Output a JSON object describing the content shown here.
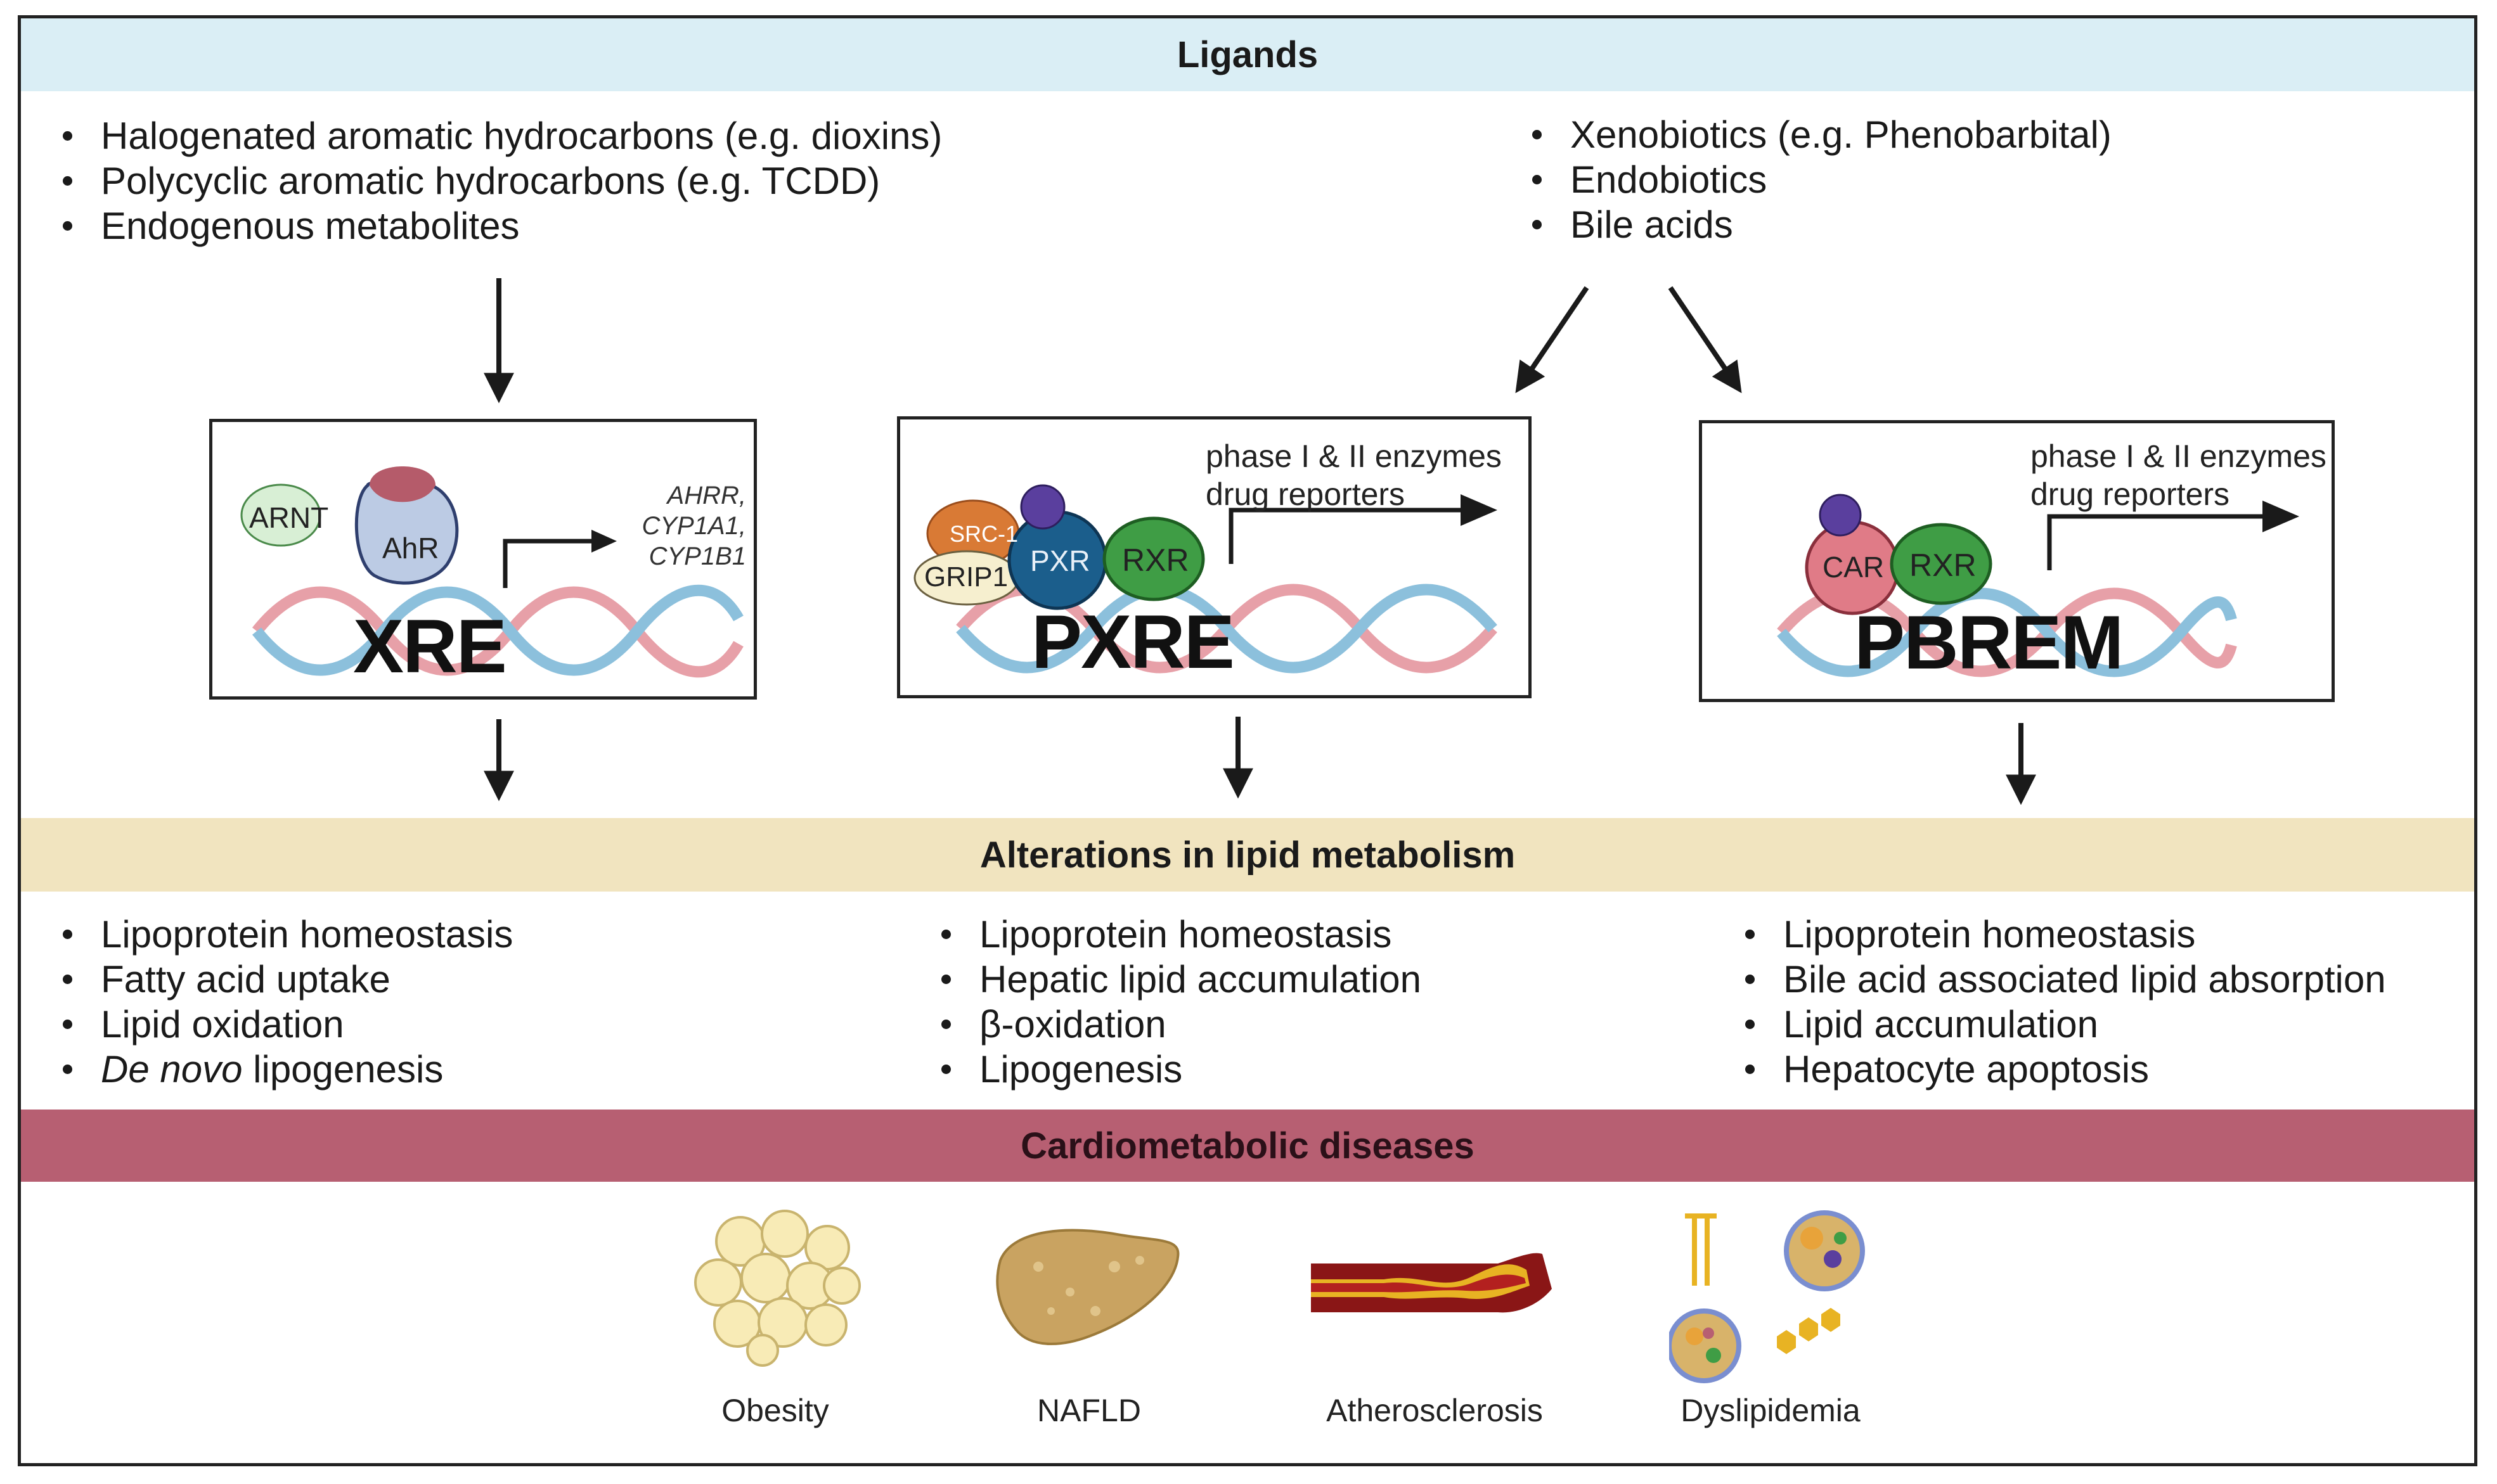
{
  "bands": {
    "ligands": "Ligands",
    "alterations": "Alterations in lipid metabolism",
    "cardiometabolic": "Cardiometabolic diseases"
  },
  "ligands_left": [
    "Halogenated aromatic hydrocarbons (e.g. dioxins)",
    "Polycyclic aromatic hydrocarbons (e.g. TCDD)",
    "Endogenous metabolites"
  ],
  "ligands_right": [
    "Xenobiotics (e.g. Phenobarbital)",
    "Endobiotics",
    "Bile acids"
  ],
  "panels": {
    "xre": {
      "element": "XRE",
      "proteins": [
        "ARNT",
        "AhR"
      ],
      "targets": [
        "AHRR,",
        "CYP1A1,",
        "CYP1B1"
      ]
    },
    "pxre": {
      "element": "PXRE",
      "proteins": [
        "SRC-1",
        "GRIP1",
        "PXR",
        "RXR"
      ],
      "targets": [
        "phase I & II enzymes",
        "drug reporters"
      ]
    },
    "pbrem": {
      "element": "PBREM",
      "proteins": [
        "CAR",
        "RXR"
      ],
      "targets": [
        "phase I & II enzymes",
        "drug reporters"
      ]
    }
  },
  "alterations": {
    "ahr": [
      "Lipoprotein homeostasis",
      "Fatty acid uptake",
      "Lipid oxidation",
      "De novo",
      "lipogenesis"
    ],
    "pxr": [
      "Lipoprotein homeostasis",
      "Hepatic lipid accumulation",
      "β-oxidation",
      "Lipogenesis"
    ],
    "car": [
      "Lipoprotein homeostasis",
      "Bile acid associated lipid absorption",
      "Lipid accumulation",
      "Hepatocyte apoptosis"
    ]
  },
  "diseases": [
    "Obesity",
    "NAFLD",
    "Atherosclerosis",
    "Dyslipidemia"
  ],
  "colors": {
    "ligands_band": "#daeef5",
    "alterations_band": "#f1e4bf",
    "cardio_band": "#b75f72",
    "dna_red": "#e7a0a8",
    "dna_blue": "#8cc0dc",
    "rxr": "#3f9d45",
    "pxr": "#1b5e8c",
    "car": "#e07b87",
    "ahr": "#bccbe4"
  },
  "icons": [
    "dna-icon",
    "arrow-icon",
    "adipocyte-icon",
    "liver-icon",
    "artery-icon",
    "lipoprotein-icon"
  ]
}
